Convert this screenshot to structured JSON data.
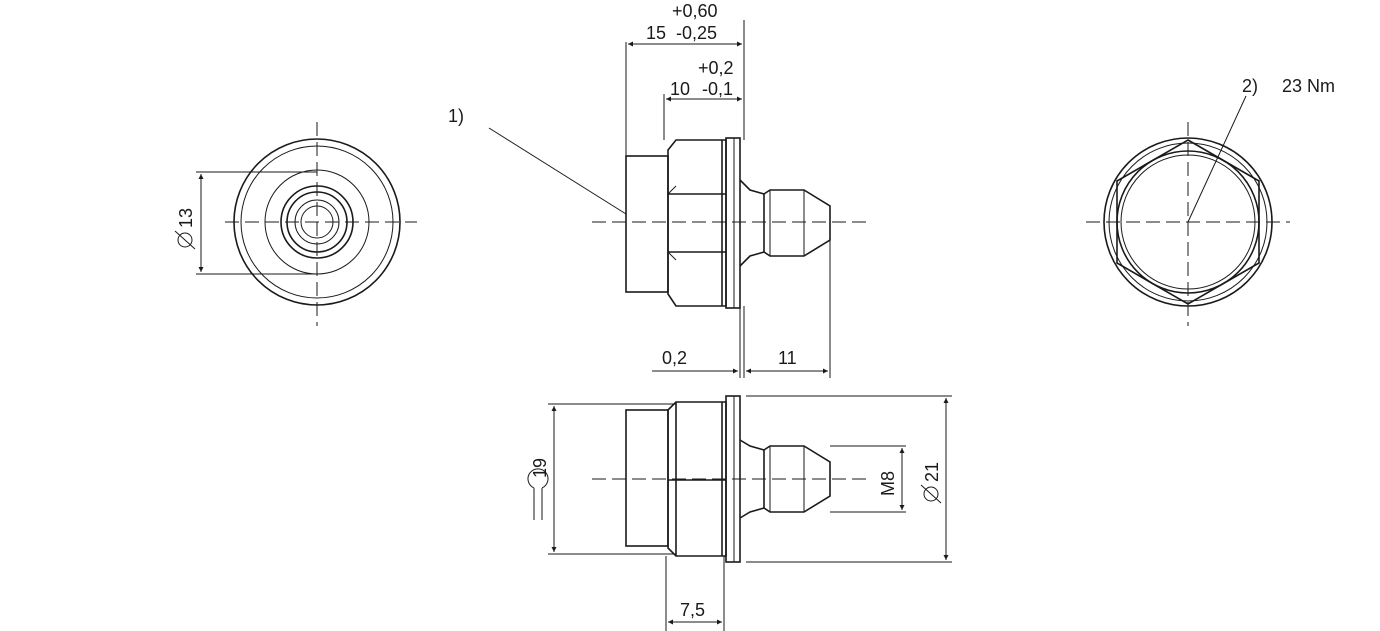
{
  "drawing": {
    "dimensions": {
      "length_15_upper_tol": "+0,60",
      "length_15_nominal": "15",
      "length_15_lower_tol": "-0,25",
      "length_10_upper_tol": "+0,2",
      "length_10_nominal": "10",
      "length_10_lower_tol": "-0,1",
      "gap": "0,2",
      "tip_length": "11",
      "diameter_13": "13",
      "wrench_19": "19",
      "thread": "M8",
      "diameter_21": "21",
      "hex_height": "7,5"
    },
    "notes": {
      "note_1": "1)",
      "note_2": "2)",
      "torque": "23 Nm"
    }
  }
}
